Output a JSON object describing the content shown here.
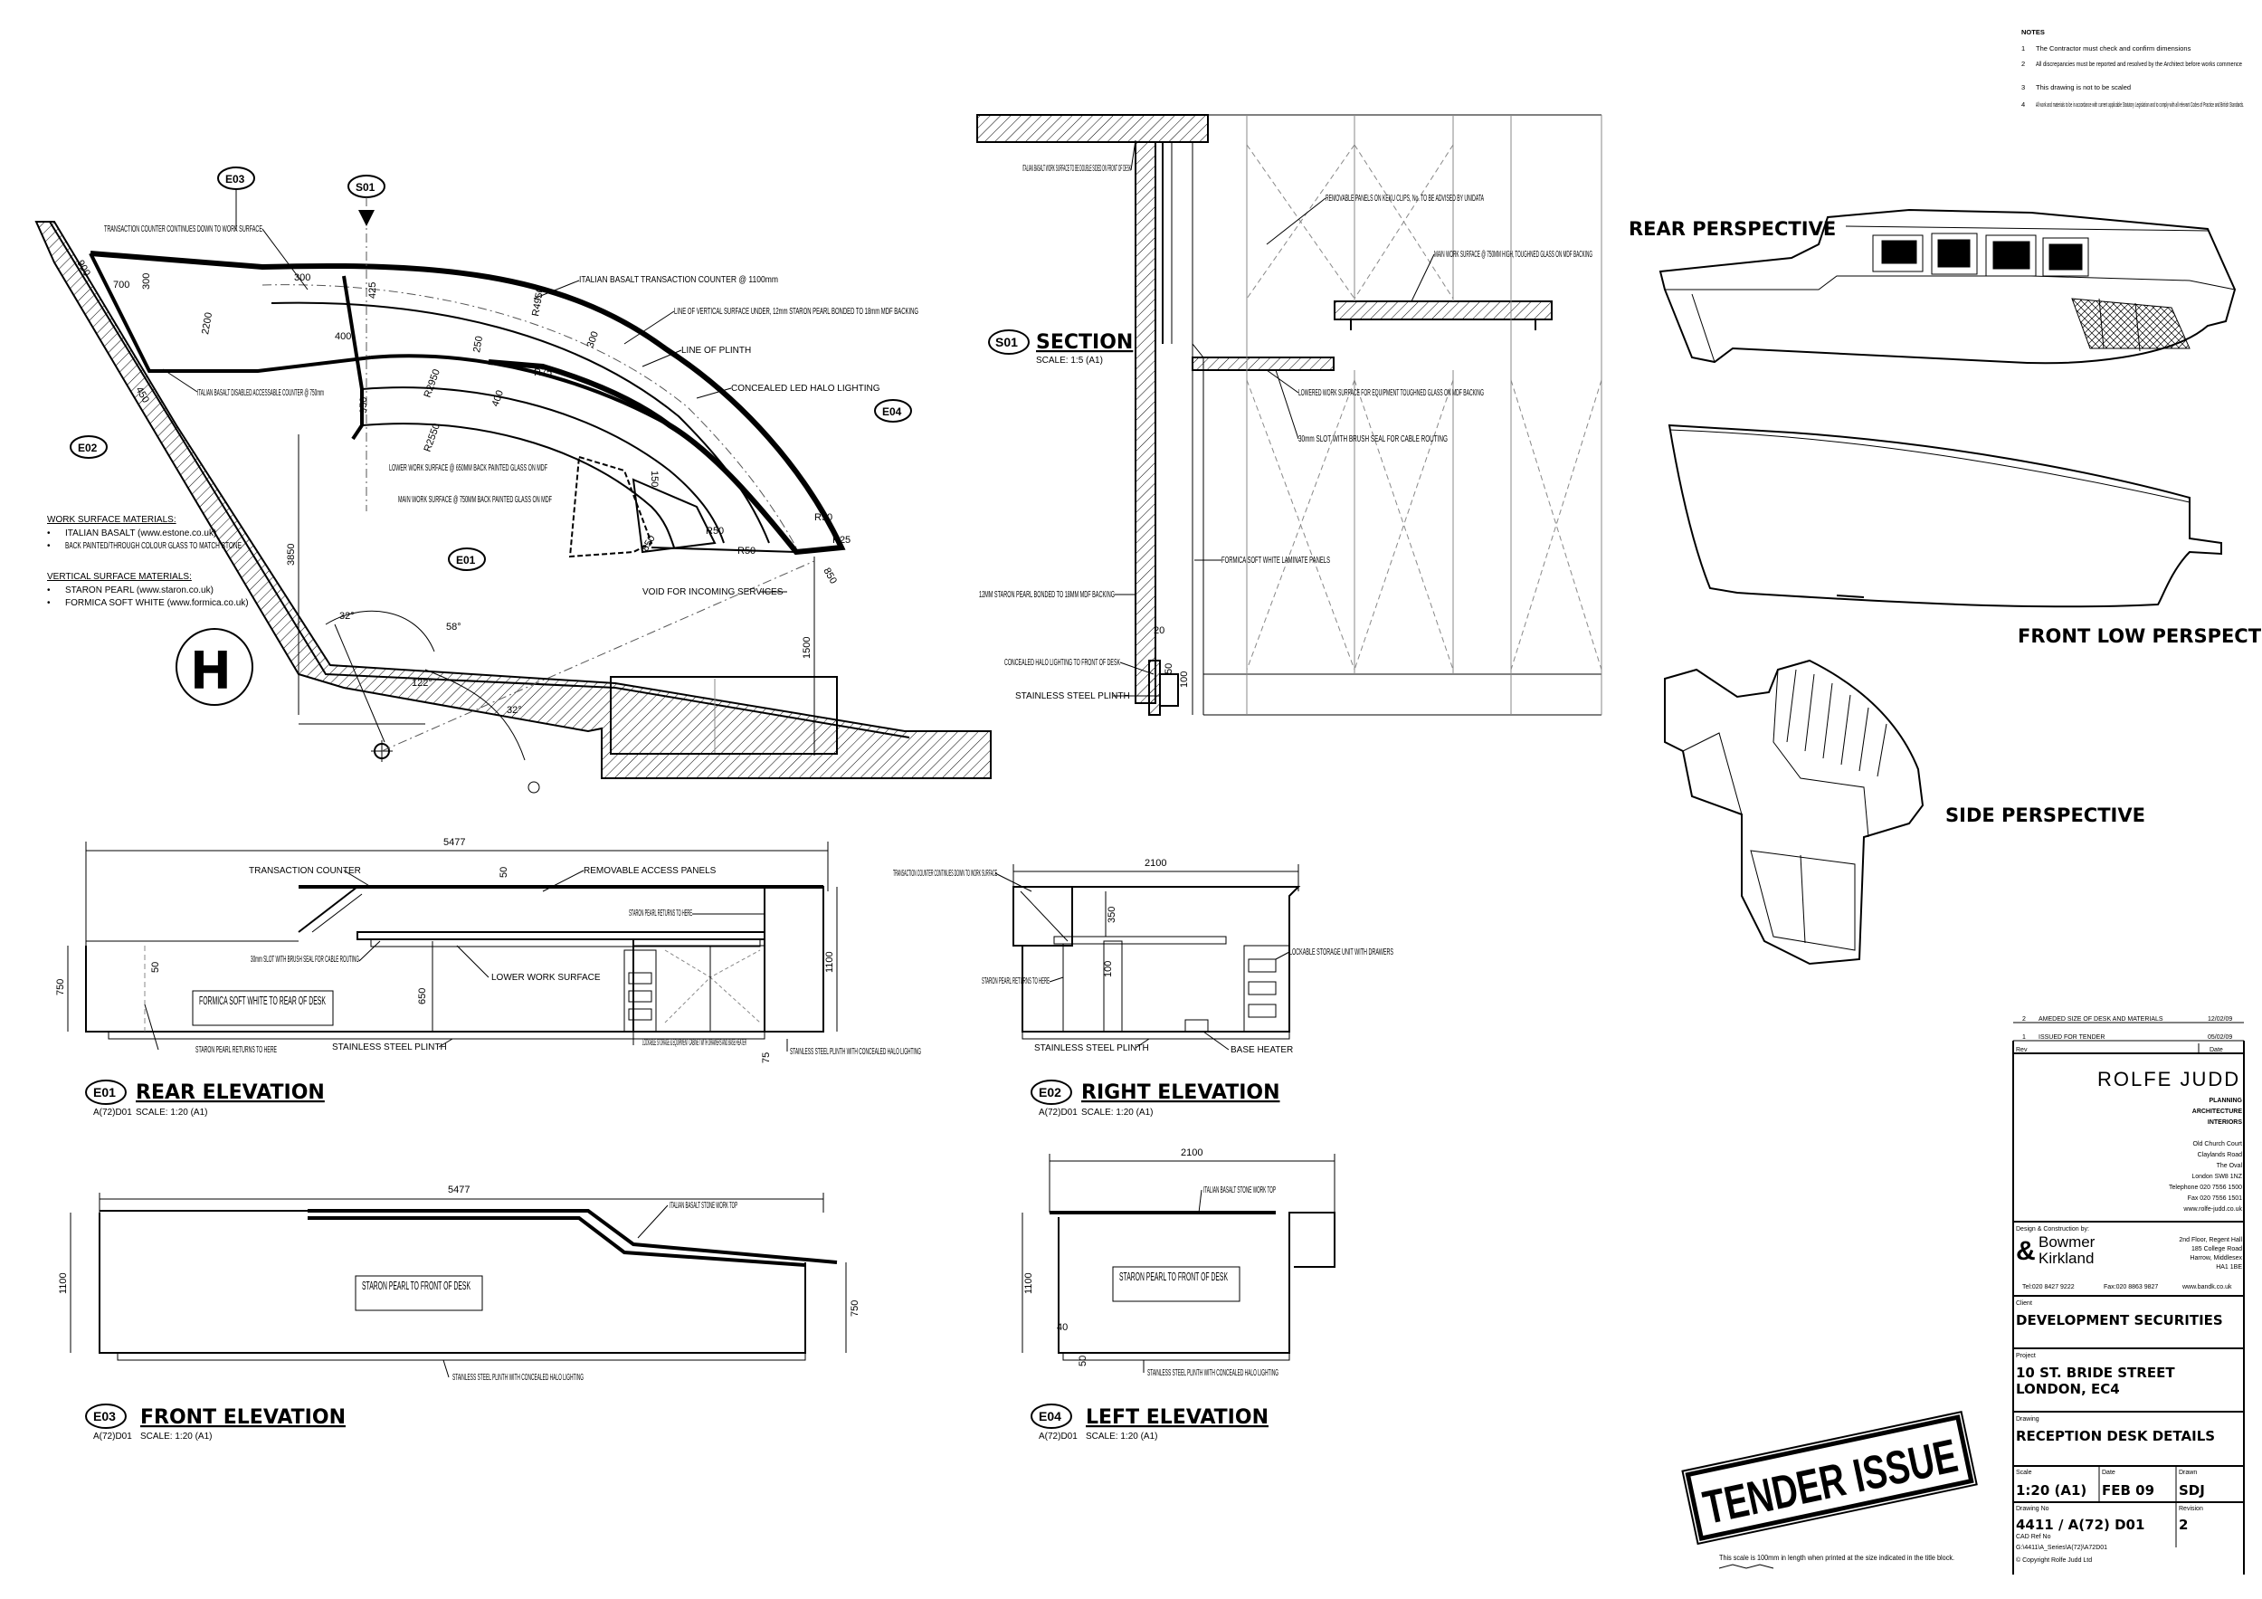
{
  "notes": {
    "heading": "NOTES",
    "items": [
      {
        "n": "1",
        "text": "The Contractor must check and confirm dimensions"
      },
      {
        "n": "2",
        "text": "All discrepancies must be reported and resolved by the Architect before works commence"
      },
      {
        "n": "3",
        "text": "This drawing is not to be scaled"
      },
      {
        "n": "4",
        "text": "All work and materials to be in accordance with current applicable Statutory Legislation and to comply with all relevant Codes of Practice and British Standards."
      }
    ]
  },
  "plan": {
    "callouts": {
      "e01": "E01",
      "e02": "E02",
      "e03": "E03",
      "e04": "E04",
      "s01": "S01"
    },
    "labels": {
      "transaction_continues": "TRANSACTION COUNTER CONTINUES DOWN TO WORK SURFACE",
      "italian_counter": "ITALIAN BASALT TRANSACTION COUNTER @ 1100mm",
      "line_vertical": "LINE OF VERTICAL SURFACE UNDER, 12mm STARON PEARL BONDED TO 18mm MDF BACKING",
      "line_plinth": "LINE OF PLINTH",
      "led": "CONCEALED LED HALO LIGHTING",
      "disabled": "ITALIAN BASALT DISABLED ACCESSABLE COUNTER @ 750mm",
      "lower_ws": "LOWER WORK SURFACE @ 650MM BACK PAINTED GLASS ON MDF",
      "main_ws": "MAIN WORK SURFACE @ 750MM BACK PAINTED GLASS ON MDF",
      "void": "VOID FOR INCOMING SERVICES"
    },
    "dims": [
      "900",
      "300",
      "2200",
      "700",
      "300",
      "425",
      "400",
      "R4950",
      "250",
      "300",
      "R2950",
      "400",
      "R75",
      "R2550",
      "150",
      "850",
      "R50",
      "R25",
      "R50",
      "R50",
      "850",
      "3850",
      "1500",
      "32°",
      "58°",
      "122°",
      "32°",
      "950",
      "450"
    ],
    "materials": {
      "work_heading": "WORK SURFACE MATERIALS:",
      "work_items": [
        "ITALIAN BASALT (www.estone.co.uk)",
        "BACK PAINTED/THROUGH COLOUR GLASS TO MATCH STONE"
      ],
      "vertical_heading": "VERTICAL SURFACE MATERIALS:",
      "vertical_items": [
        "STARON PEARL (www.staron.co.uk)",
        "FORMICA SOFT WHITE (www.formica.co.uk)"
      ]
    }
  },
  "section": {
    "title": "SECTION",
    "tag": "S01",
    "scale": "SCALE: 1:5 (A1)",
    "labels": {
      "basalt": "ITALIAN BASALT WORK SURFACE TO BE DOUBLE SIDED ON FRONT OF DESK",
      "removable": "REMOVABLE PANELS ON KEKU CLIPS, No. TO BE ADVISED BY UNIDATA",
      "main_ws": "MAIN WORK SURFACE @ 750MM HIGH, TOUGHNED GLASS ON MDF BACKING",
      "lowered": "LOWERED WORK SURFACE FOR EQUIPMENT TOUGHNED GLASS ON MDF BACKING",
      "slot": "30mm SLOT WITH BRUSH SEAL FOR CABLE ROUTING",
      "formica": "FORMICA SOFT WHITE LAMINATE PANELS",
      "staron": "12MM STARON PEARL BONDED TO 18MM MDF BACKING",
      "halo": "CONCEALED HALO LIGHTING TO FRONT OF DESK",
      "plinth": "STAINLESS STEEL PLINTH"
    },
    "dims": [
      "20",
      "50",
      "100"
    ]
  },
  "perspectives": {
    "rear": "REAR PERSPECTIVE",
    "front_low": "FRONT LOW PERSPECTIVE",
    "side": "SIDE PERSPECTIVE"
  },
  "e01": {
    "title": "REAR ELEVATION",
    "tag": "E01",
    "ref": "A(72)D01",
    "scale": "SCALE: 1:20 (A1)",
    "dims": {
      "width": "5477",
      "d50a": "50",
      "d750": "750",
      "d50b": "50",
      "d650": "650",
      "d1100": "1100",
      "d75": "75"
    },
    "labels": {
      "transaction": "TRANSACTION COUNTER",
      "removable": "REMOVABLE ACCESS PANELS",
      "staron_returns": "STARON PEARL RETURNS TO HERE",
      "slot": "30mm SLOT WITH BRUSH SEAL FOR CABLE ROUTING",
      "lower_ws": "LOWER WORK SURFACE",
      "formica_box": "FORMICA SOFT WHITE TO REAR OF DESK",
      "staron_returns2": "STARON PEARL RETURNS TO HERE",
      "plinth": "STAINLESS STEEL PLINTH",
      "storage": "LOCKABLE STORAGE & EQUIPMENT CABINET WITH DRAWERS AND BASE HEATER",
      "plinth_halo": "STAINLESS STEEL PLINTH WITH CONCEALED HALO LIGHTING"
    }
  },
  "e02": {
    "title": "RIGHT ELEVATION",
    "tag": "E02",
    "ref": "A(72)D01",
    "scale": "SCALE: 1:20 (A1)",
    "dims": {
      "width": "2100",
      "d350": "350",
      "d100": "100"
    },
    "labels": {
      "transaction": "TRANSACTION COUNTER CONTINUES DOWN TO WORK SURFACE",
      "staron": "STARON PEARL RETURNS TO HERE",
      "plinth": "STAINLESS STEEL PLINTH",
      "storage": "LOCKABLE STORAGE UNIT WITH DRAWERS",
      "heater": "BASE HEATER"
    }
  },
  "e03": {
    "title": "FRONT ELEVATION",
    "tag": "E03",
    "ref": "A(72)D01",
    "scale": "SCALE: 1:20 (A1)",
    "dims": {
      "width": "5477",
      "d1100": "1100",
      "d750": "750"
    },
    "labels": {
      "stone": "ITALIAN BASALT STONE WORK TOP",
      "box": "STARON PEARL TO FRONT OF DESK",
      "plinth": "STAINLESS STEEL PLINTH WITH CONCEALED HALO LIGHTING"
    }
  },
  "e04": {
    "title": "LEFT ELEVATION",
    "tag": "E04",
    "ref": "A(72)D01",
    "scale": "SCALE: 1:20 (A1)",
    "dims": {
      "width": "2100",
      "d1100": "1100",
      "d40": "40",
      "d50": "50"
    },
    "labels": {
      "stone": "ITALIAN BASALT STONE WORK TOP",
      "box": "STARON PEARL TO FRONT OF DESK",
      "plinth": "STAINLESS STEEL PLINTH WITH CONCEALED HALO LIGHTING"
    }
  },
  "stamp": "TENDER ISSUE",
  "scale_note": "This scale is 100mm in length when printed at the size indicated in the title block.",
  "title_block": {
    "revisions": [
      {
        "rev": "2",
        "desc": "AMEDED SIZE OF DESK AND MATERIALS",
        "date": "12/02/09"
      },
      {
        "rev": "1",
        "desc": "ISSUED FOR TENDER",
        "date": "05/02/09"
      }
    ],
    "rev_header": "Rev",
    "date_header": "Date",
    "firm": "ROLFE JUDD",
    "firm_lines": [
      "PLANNING",
      "ARCHITECTURE",
      "INTERIORS"
    ],
    "address": [
      "Old Church Court",
      "Claylands Road",
      "The Oval",
      "London SW8 1NZ",
      "Telephone 020 7556 1500",
      "Fax 020 7556 1501",
      "www.rolfe-judd.co.uk"
    ],
    "db_label": "Design & Construction by:",
    "contractor": [
      "Bowmer",
      "Kirkland"
    ],
    "contractor_addr": [
      "2nd Floor, Regent Hall",
      "185 College Road",
      "Harrow, Middlesex",
      "HA1 1BE"
    ],
    "contractor_contacts": [
      "Tel:020 8427 9222",
      "Fax:020 8863 9827",
      "www.bandk.co.uk"
    ],
    "client_label": "Client",
    "client": "DEVELOPMENT SECURITIES",
    "project_label": "Project",
    "project": [
      "10 ST. BRIDE STREET",
      "LONDON, EC4"
    ],
    "drawing_label": "Drawing",
    "drawing": "RECEPTION DESK DETAILS",
    "scale_label": "Scale",
    "scale": "1:20 (A1)",
    "date_label": "Date",
    "date": "FEB 09",
    "drawn_label": "Drawn",
    "drawn": "SDJ",
    "number_label": "Drawing No",
    "number": "4411  / A(72) D01",
    "revision_label": "Revision",
    "revision": "2",
    "cad_label": "CAD Ref No",
    "cad": "G:\\4411\\A_Series\\A(72)\\A72D01",
    "copyright": "© Copyright  Rolfe Judd Ltd"
  }
}
